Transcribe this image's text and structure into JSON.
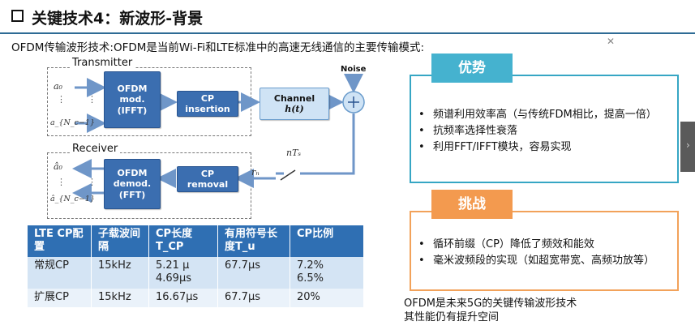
{
  "slide": {
    "title": "关键技术4：新波形-背景",
    "subtitle": "OFDM传输波形技术:OFDM是当前Wi-Fi和LTE标准中的高速无线通信的主要传输模式:"
  },
  "diagram": {
    "transmitter_label": "Transmitter",
    "receiver_label": "Receiver",
    "noise_label": "Noise",
    "ofdm_mod": [
      "OFDM",
      "mod.",
      "(IFFT)"
    ],
    "cp_insertion": [
      "CP",
      "insertion"
    ],
    "channel": [
      "Channel",
      "h(t)"
    ],
    "ofdm_demod": [
      "OFDM",
      "demod.",
      "(FFT)"
    ],
    "cp_removal": [
      "CP",
      "removal"
    ],
    "input_top": "a₀",
    "input_bottom": "a_{N_c−1}",
    "output_top": "â₀",
    "output_bottom": "â_{N_c−1}",
    "sampling_label": "nTₛ",
    "rn_label": "rₙ"
  },
  "table": {
    "headers": [
      "LTE CP配置",
      "子载波间隔",
      "CP长度 T_CP",
      "有用符号长度T_u",
      "CP比例"
    ],
    "rows": [
      [
        "常规CP",
        "15kHz",
        "5.21 μ\n4.69μs",
        "67.7μs",
        "7.2%\n6.5%"
      ],
      [
        "扩展CP",
        "15kHz",
        "16.67μs",
        "67.7μs",
        "20%"
      ]
    ]
  },
  "advantages": {
    "title": "优势",
    "items": [
      "频谱利用效率高（与传统FDM相比，提高一倍）",
      "抗频率选择性衰落",
      "利用FFT/IFFT模块，容易实现"
    ]
  },
  "challenges": {
    "title": "挑战",
    "items": [
      "循环前缀（CP）降低了频效和能效",
      "毫米波频段的实现（如超宽带宽、高频功放等）"
    ]
  },
  "note": {
    "line1": "OFDM是未来5G的关键传输波形技术",
    "line2": "其性能仍有提升空间"
  },
  "colors": {
    "block_blue": "#3b6eb0",
    "block_light": "#cfe3f5",
    "panel_teal": "#36a6c4",
    "panel_orange": "#f2a25a",
    "table_header": "#2f6fb3"
  }
}
